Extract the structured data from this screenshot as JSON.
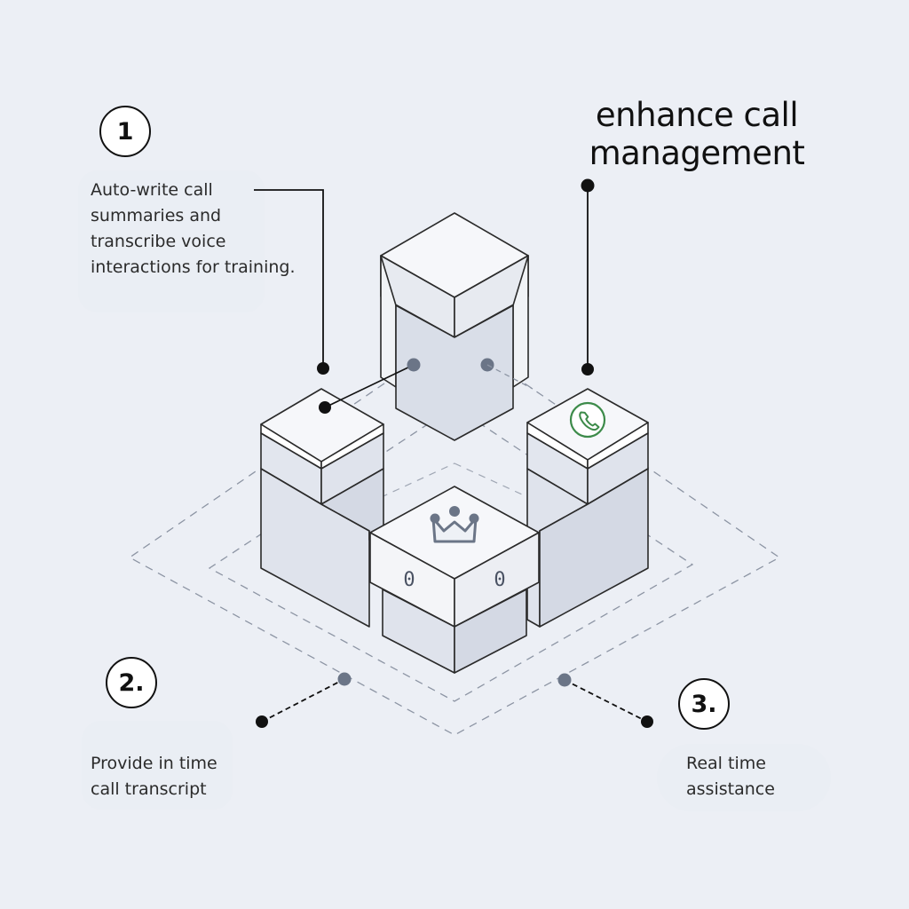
{
  "headline": "enhance call\nmanagement",
  "steps": [
    {
      "number": "1",
      "text": "Auto-write call\nsummaries and\ntranscribe voice\ninteractions for training."
    },
    {
      "number": "2.",
      "text": "Provide in time\ncall transcript"
    },
    {
      "number": "3.",
      "text": "Real time\nassistance"
    }
  ],
  "front_block": {
    "left_digit": "0",
    "right_digit": "0"
  },
  "icons": {
    "right_block_top": "phone-icon",
    "front_block_top": "crown-icon"
  },
  "colors": {
    "background": "#eceff5",
    "block_top": "#f6f7fa",
    "block_side": "#dfe3ec",
    "block_side_dark": "#d4d9e4",
    "stroke": "#2a2a2a",
    "node": "#6b7587",
    "phone_green": "#3d8b4a"
  }
}
